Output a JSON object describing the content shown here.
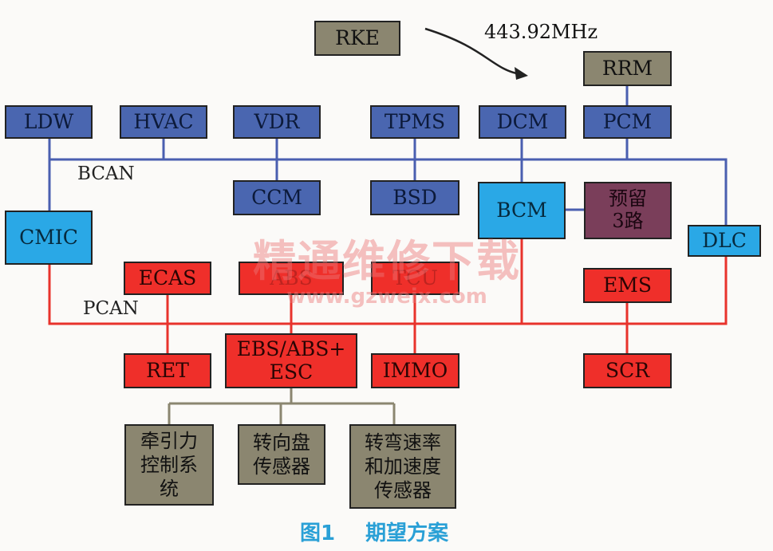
{
  "nodes": {
    "rke": "RKE",
    "rrm": "RRM",
    "ldw": "LDW",
    "hvac": "HVAC",
    "vdr": "VDR",
    "tpms": "TPMS",
    "dcm": "DCM",
    "pcm": "PCM",
    "ccm": "CCM",
    "bsd": "BSD",
    "bcm": "BCM",
    "reserved": "预留\n3路",
    "cmic": "CMIC",
    "dlc": "DLC",
    "ecas": "ECAS",
    "abs_hidden": "ABS",
    "tcu": "TCU",
    "ems": "EMS",
    "ret": "RET",
    "ebs": "EBS/ABS+\nESC",
    "immo": "IMMO",
    "scr": "SCR",
    "traction": "牵引力\n控制系\n统",
    "steering": "转向盘\n传感器",
    "yaw": "转弯速率\n和加速度\n传感器"
  },
  "labels": {
    "frequency": "443.92MHz",
    "bcan": "BCAN",
    "pcan": "PCAN"
  },
  "watermark": {
    "line1": "精通维修下载",
    "line2": "www.gzweix.com"
  },
  "caption": {
    "figure": "图1",
    "title": "期望方案"
  },
  "colors": {
    "bcan_line": "#4a5fb0",
    "pcan_line": "#e8332c",
    "sensor_line": "#8b8670"
  }
}
